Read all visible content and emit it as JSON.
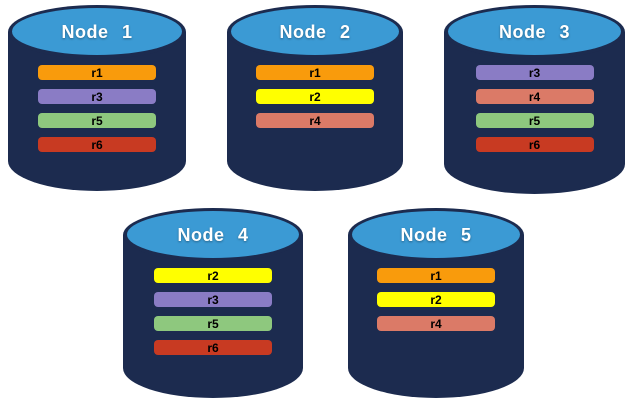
{
  "diagram": {
    "background": "#ffffff",
    "cylinder_body_color": "#1C2B4F",
    "cylinder_top_color": "#3B9AD4",
    "title_text_color": "#ffffff",
    "bar_text_color": "#000000"
  },
  "partition_colors": {
    "r1": "#F99B0C",
    "r2": "#FFFF00",
    "r3": "#8A7CC5",
    "r4": "#DB7A67",
    "r5": "#8EC87E",
    "r6": "#C83A22"
  },
  "nodes": [
    {
      "title": "Node 1",
      "partitions": [
        "r1",
        "r3",
        "r5",
        "r6"
      ]
    },
    {
      "title": "Node 2",
      "partitions": [
        "r1",
        "r2",
        "r4"
      ]
    },
    {
      "title": "Node 3",
      "partitions": [
        "r3",
        "r4",
        "r5",
        "r6"
      ]
    },
    {
      "title": "Node 4",
      "partitions": [
        "r2",
        "r3",
        "r5",
        "r6"
      ]
    },
    {
      "title": "Node 5",
      "partitions": [
        "r1",
        "r2",
        "r4"
      ]
    }
  ]
}
